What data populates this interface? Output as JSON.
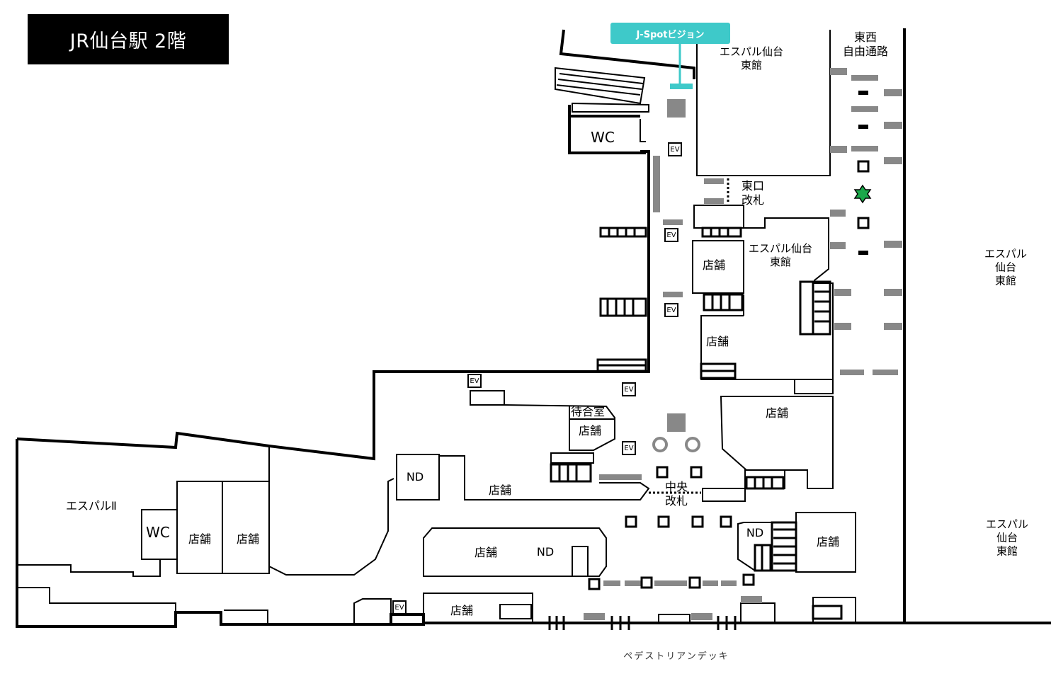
{
  "title": "JR仙台駅 2階",
  "callout": "J-Spotビジョン",
  "accent_color": "#3ec9c9",
  "marker_color": "#1aa84a",
  "labels": {
    "espal_east_top": "エスパル仙台\n東館",
    "east_west_passage": "東西\n自由通路",
    "east_gate": "東口\n改札",
    "espal_east_mid": "エスパル仙台\n東館",
    "espal_east_right1": "エスパル仙台\n東館",
    "espal_east_right2": "エスパル仙台\n東館",
    "central_gate": "中央\n改札",
    "espal2": "エスパルⅡ",
    "waiting_room": "待合室",
    "pedestrian_deck": "ペデストリアンデッキ",
    "wc": "WC",
    "ev": "EV",
    "nd": "ND",
    "shop": "店舗"
  },
  "icons": [
    "current-location-star-icon",
    "elevator-icon",
    "escalator-icon",
    "stairs-icon",
    "pillar-icon"
  ]
}
